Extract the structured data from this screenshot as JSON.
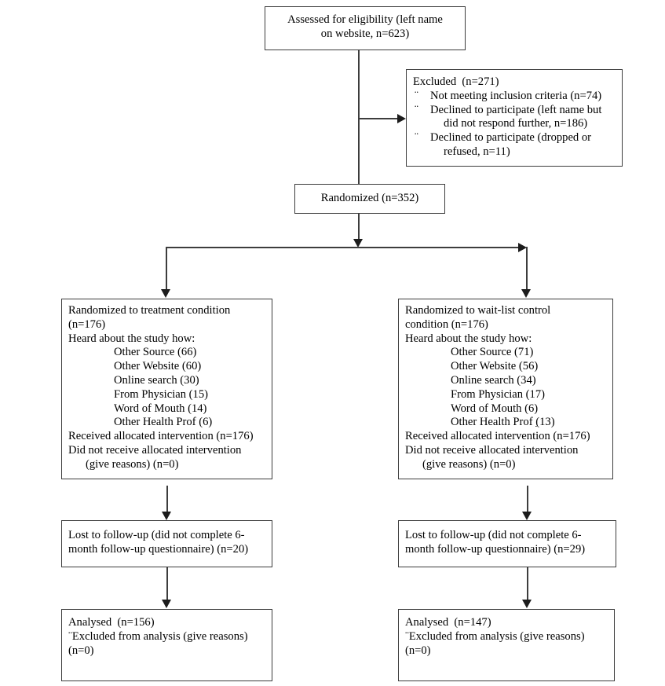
{
  "assessed": {
    "line1": "Assessed for eligibility (left name",
    "line2": "on website, n=623)"
  },
  "excluded": {
    "title": "Excluded  (n=271)",
    "bullet_char": "¨",
    "items": [
      {
        "line1": "Not meeting inclusion criteria (n=74)"
      },
      {
        "line1": "Declined to participate (left name but",
        "line2": "did not respond further, n=186)"
      },
      {
        "line1": "Declined to participate (dropped or",
        "line2": "refused, n=11)"
      }
    ]
  },
  "randomized": {
    "label": "Randomized (n=352)"
  },
  "treatment": {
    "line1": "Randomized to treatment condition",
    "line2": "(n=176)",
    "heard_label": "Heard about the study how:",
    "sources": [
      "Other Source (66)",
      "Other Website (60)",
      "Online search (30)",
      "From Physician (15)",
      "Word of Mouth (14)",
      "Other Health Prof (6)"
    ],
    "received": "Received allocated intervention (n=176)",
    "not_received_line1": "Did not receive allocated intervention",
    "not_received_line2": "(give reasons) (n=0)"
  },
  "control": {
    "line1": "Randomized to wait-list control",
    "line2": "condition (n=176)",
    "heard_label": "Heard about the study how:",
    "sources": [
      "Other Source (71)",
      "Other Website (56)",
      "Online search (34)",
      "From Physician (17)",
      "Word of Mouth (6)"
    ],
    "last_source": {
      "prefix": "Other Health Prof ",
      "underlined": "(",
      "rest": "13)"
    },
    "received": "Received allocated intervention (n=176)",
    "not_received_line1": "Did not receive allocated intervention",
    "not_received_line2": "(give reasons) (n=0)"
  },
  "lost_treatment": {
    "line1": "Lost to follow-up (did not complete 6-",
    "line2": "month follow-up questionnaire) (n=20)"
  },
  "lost_control": {
    "line1": "Lost to follow-up (did not complete 6-",
    "line2": "month follow-up questionnaire) (n=29)"
  },
  "analysed_treatment": {
    "line1": "Analysed  (n=156)",
    "line2": "¨Excluded from analysis (give reasons)",
    "line3": "(n=0)"
  },
  "analysed_control": {
    "line1": "Analysed  (n=147)",
    "line2": "¨Excluded from analysis (give reasons)",
    "line3": "(n=0)"
  },
  "colors": {
    "background": "#ffffff",
    "text": "#000000",
    "box_border": "#3c3c3c",
    "connector": "#3d3d3d"
  }
}
